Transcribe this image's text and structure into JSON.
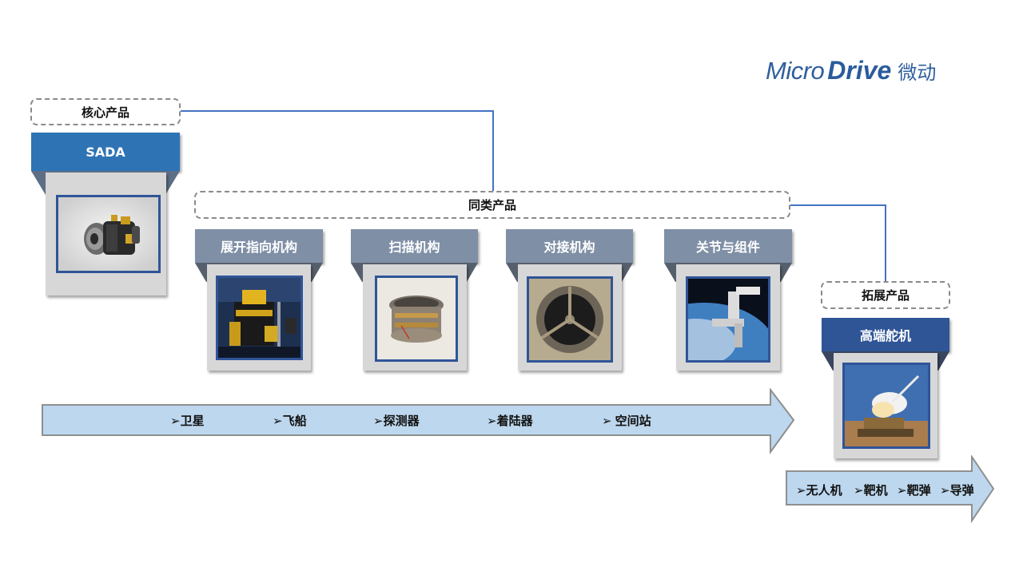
{
  "logo": {
    "micro": "Micro",
    "drive": "Drive",
    "cn": "微动"
  },
  "core": {
    "label": "核心产品",
    "product": "SADA"
  },
  "similar": {
    "label": "同类产品",
    "products": [
      {
        "name": "展开指向机构"
      },
      {
        "name": "扫描机构"
      },
      {
        "name": "对接机构"
      },
      {
        "name": "关节与组件"
      }
    ]
  },
  "extend": {
    "label": "拓展产品",
    "product": "高端舵机"
  },
  "timeline_main": [
    "卫星",
    "飞船",
    "探测器",
    "着陆器",
    "空间站"
  ],
  "timeline_ext": [
    "无人机",
    "靶机",
    "靶弹",
    "导弹"
  ],
  "bullet": "➢",
  "colors": {
    "primary_blue": "#2e74b5",
    "gray_header": "#7f8fa6",
    "navy_header": "#2f5597",
    "arrow_fill": "#bdd7ee"
  }
}
